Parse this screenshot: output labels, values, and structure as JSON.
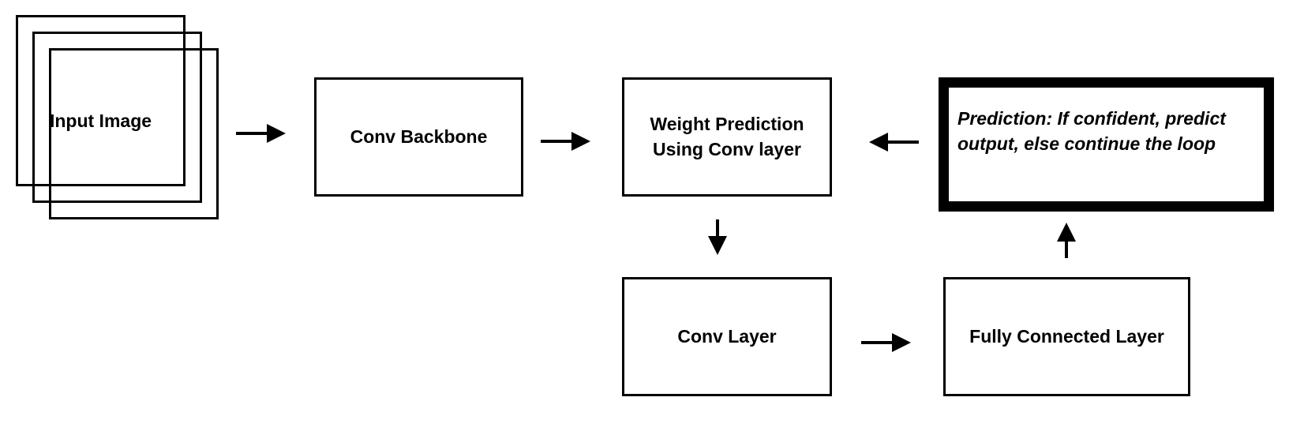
{
  "nodes": {
    "input_image": {
      "label": "Input Image"
    },
    "conv_backbone": {
      "label": "Conv Backbone"
    },
    "weight_prediction": {
      "label": "Weight Prediction\nUsing Conv layer"
    },
    "prediction": {
      "label": "Prediction: If confident, predict\noutput, else continue the loop"
    },
    "conv_layer": {
      "label": "Conv Layer"
    },
    "fully_connected": {
      "label": "Fully Connected Layer"
    }
  },
  "edges": [
    {
      "from": "input_image",
      "to": "conv_backbone"
    },
    {
      "from": "conv_backbone",
      "to": "weight_prediction"
    },
    {
      "from": "weight_prediction",
      "to": "conv_layer"
    },
    {
      "from": "conv_layer",
      "to": "fully_connected"
    },
    {
      "from": "fully_connected",
      "to": "prediction"
    },
    {
      "from": "prediction",
      "to": "weight_prediction"
    }
  ],
  "colors": {
    "stroke": "#000000",
    "background": "#ffffff"
  }
}
